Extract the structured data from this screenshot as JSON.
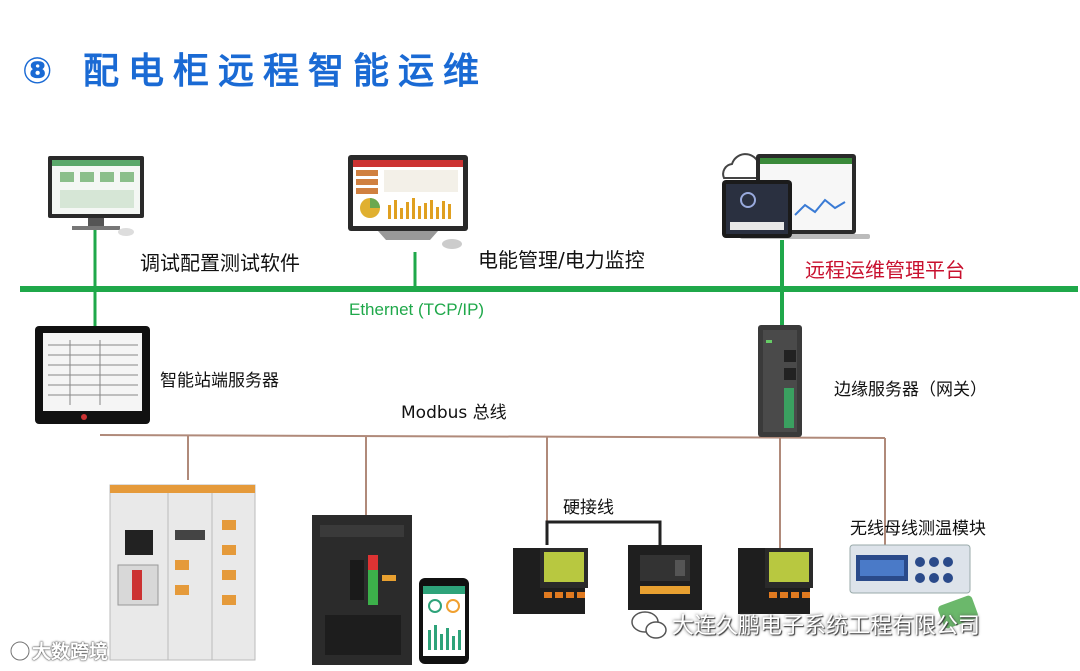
{
  "title": "⑧ 配电柜远程智能运维",
  "labels": {
    "debug_software": "调试配置测试软件",
    "energy_management": "电能管理/电力监控",
    "remote_platform": "远程运维管理平台",
    "ethernet": "Ethernet (TCP/IP)",
    "station_server": "智能站端服务器",
    "edge_server": "边缘服务器（网关）",
    "modbus": "Modbus 总线",
    "hardwire": "硬接线",
    "wireless_temp": "无线母线测温模块"
  },
  "watermarks": {
    "left": "大数跨境",
    "right": "大连久鹏电子系统工程有限公司"
  },
  "colors": {
    "title": "#1a6ad4",
    "ethernet": "#1fa84a",
    "bus": "#b08a7a",
    "highlight": "#c8102e"
  }
}
